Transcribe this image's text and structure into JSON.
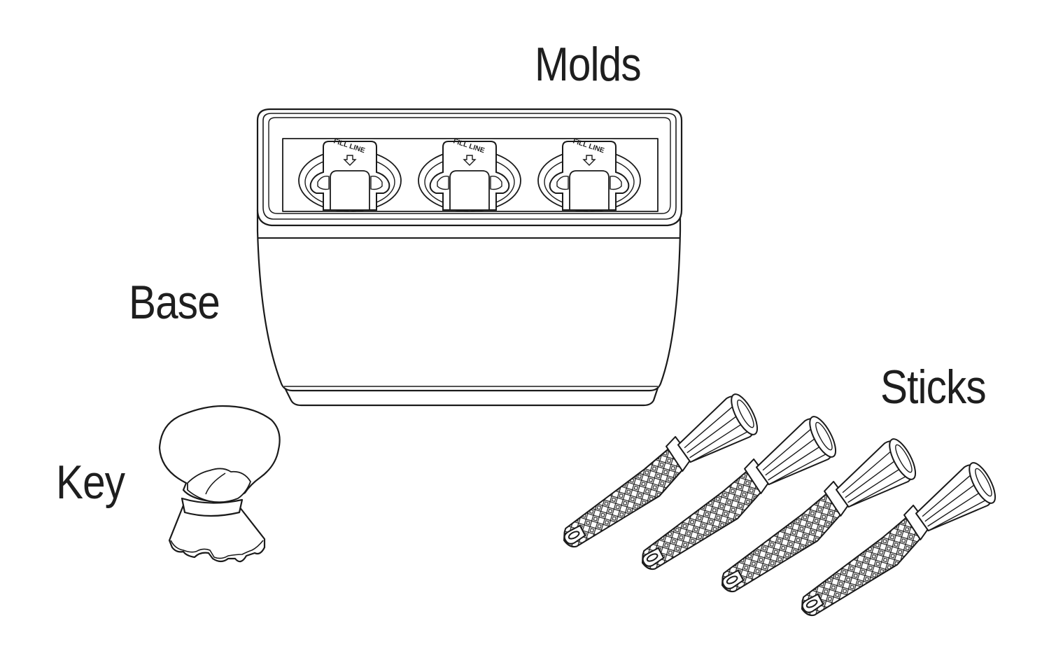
{
  "labels": {
    "molds": "Molds",
    "base": "Base",
    "key": "Key",
    "sticks": "Sticks"
  },
  "mold_marking": "FILL LINE",
  "counts": {
    "molds": 3,
    "sticks": 4
  },
  "colors": {
    "ink": "#1a1a1a",
    "fill": "#ffffff"
  }
}
